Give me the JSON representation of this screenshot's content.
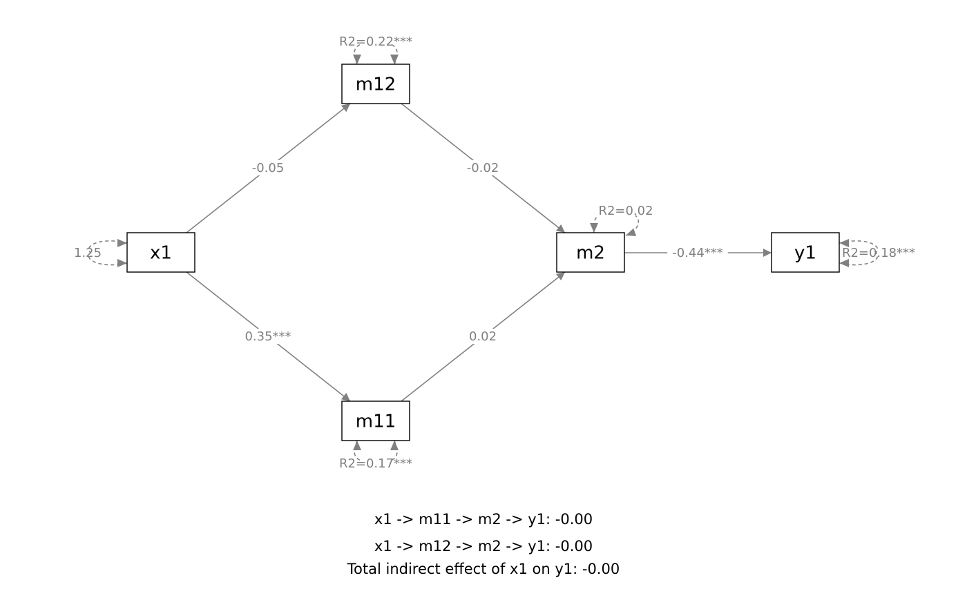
{
  "colors": {
    "edge": "#808080",
    "node_border": "#000000",
    "background": "#ffffff"
  },
  "nodes": [
    {
      "id": "x1",
      "label": "x1"
    },
    {
      "id": "m12",
      "label": "m12"
    },
    {
      "id": "m11",
      "label": "m11"
    },
    {
      "id": "m2",
      "label": "m2"
    },
    {
      "id": "y1",
      "label": "y1"
    }
  ],
  "paths": [
    {
      "from": "x1",
      "to": "m12",
      "label": "-0.05"
    },
    {
      "from": "x1",
      "to": "m11",
      "label": "0.35***"
    },
    {
      "from": "m12",
      "to": "m2",
      "label": "-0.02"
    },
    {
      "from": "m11",
      "to": "m2",
      "label": "0.02"
    },
    {
      "from": "m2",
      "to": "y1",
      "label": "-0.44***"
    }
  ],
  "variances": [
    {
      "node": "x1",
      "label": "1.25"
    },
    {
      "node": "m12",
      "label": "R2=0.22***"
    },
    {
      "node": "m11",
      "label": "R2=0.17***"
    },
    {
      "node": "m2",
      "label": "R2=0.02"
    },
    {
      "node": "y1",
      "label": "R2=0.18***"
    }
  ],
  "footer": {
    "line1": "x1 -> m11 -> m2 -> y1: -0.00",
    "line2": "x1 -> m12 -> m2 -> y1: -0.00",
    "line3": "Total indirect effect of x1 on y1: -0.00"
  }
}
